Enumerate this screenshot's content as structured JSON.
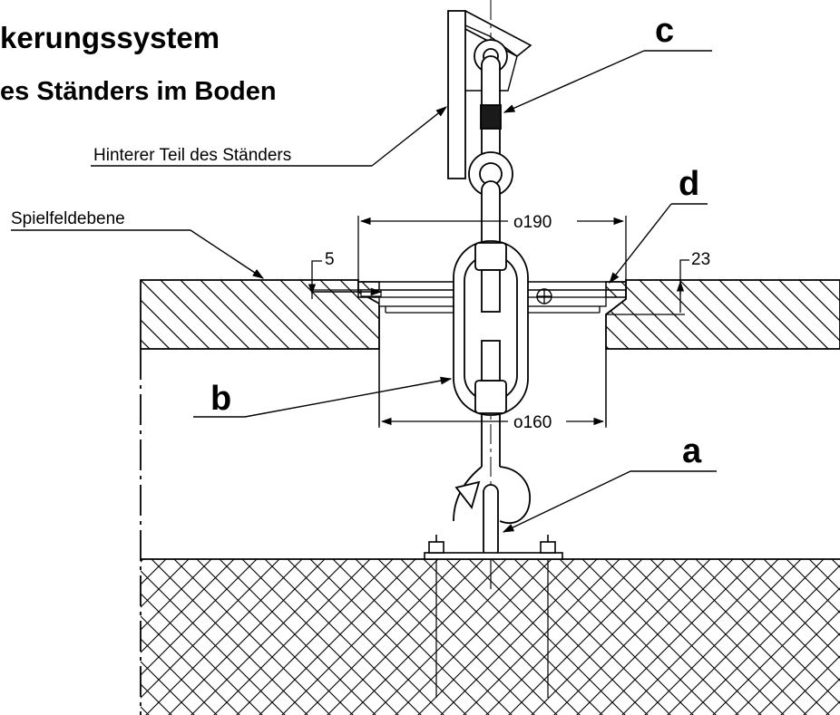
{
  "title": "kerungssystem",
  "subtitle": "es Ständers im Boden",
  "labels": {
    "rear_part": "Hinterer Teil des Ständers",
    "field_level": "Spielfeldebene"
  },
  "letters": {
    "a": "a",
    "b": "b",
    "c": "c",
    "d": "d"
  },
  "dimensions": {
    "top_diameter": "o190",
    "bottom_diameter": "o160",
    "depth_left": "5",
    "depth_right": "23"
  },
  "colors": {
    "line": "#000000",
    "background": "#ffffff",
    "sleeve": "#1a1a1a"
  }
}
